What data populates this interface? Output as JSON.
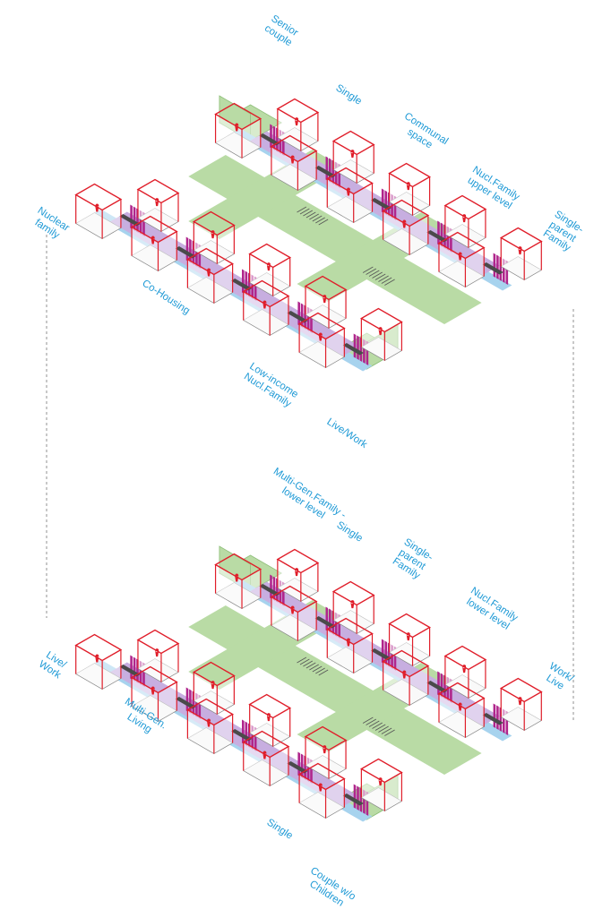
{
  "colors": {
    "unit_outline": "#e01e2a",
    "communal_green": "#b9dba5",
    "communal_green_dark": "#8fbf7a",
    "living_purple": "#c7aee0",
    "corridor_blue": "#a7d3ee",
    "wall_magenta": "#b0258c",
    "storage_yellow": "#f3d77a",
    "furniture_gray": "#4a4a4a",
    "label_blue": "#1f9ad6",
    "dashed_guide": "#777777"
  },
  "upper_plan": {
    "labels": [
      {
        "id": "senior-couple",
        "text": "Senior\ncouple"
      },
      {
        "id": "single-a",
        "text": "Single"
      },
      {
        "id": "communal-space",
        "text": "Communal\nspace"
      },
      {
        "id": "nucl-family-upper",
        "text": "Nucl.Family\nupper level"
      },
      {
        "id": "single-parent-a",
        "text": "Single-\nparent\nFamily"
      },
      {
        "id": "nuclear-family",
        "text": "Nuclear\nfamily"
      },
      {
        "id": "co-housing",
        "text": "Co-Housing"
      },
      {
        "id": "low-income",
        "text": "Low-income\nNucl.Family"
      },
      {
        "id": "live-work-a",
        "text": "Live/Work"
      }
    ]
  },
  "lower_plan": {
    "labels": [
      {
        "id": "multi-gen-lower",
        "text": "Multi-Gen.Family -\nlower level"
      },
      {
        "id": "single-b",
        "text": "Single"
      },
      {
        "id": "single-parent-b",
        "text": "Single-\nparent\nFamily"
      },
      {
        "id": "nucl-family-lower",
        "text": "Nucl.Family\nlower level"
      },
      {
        "id": "work-live",
        "text": "Work/\nLive"
      },
      {
        "id": "live-work-b",
        "text": "Live/\nWork"
      },
      {
        "id": "multi-gen-living",
        "text": "Multi-Gen.\nLiving"
      },
      {
        "id": "single-c",
        "text": "Single"
      },
      {
        "id": "couple-wo-children",
        "text": "Couple w/o\nChildren"
      }
    ]
  }
}
